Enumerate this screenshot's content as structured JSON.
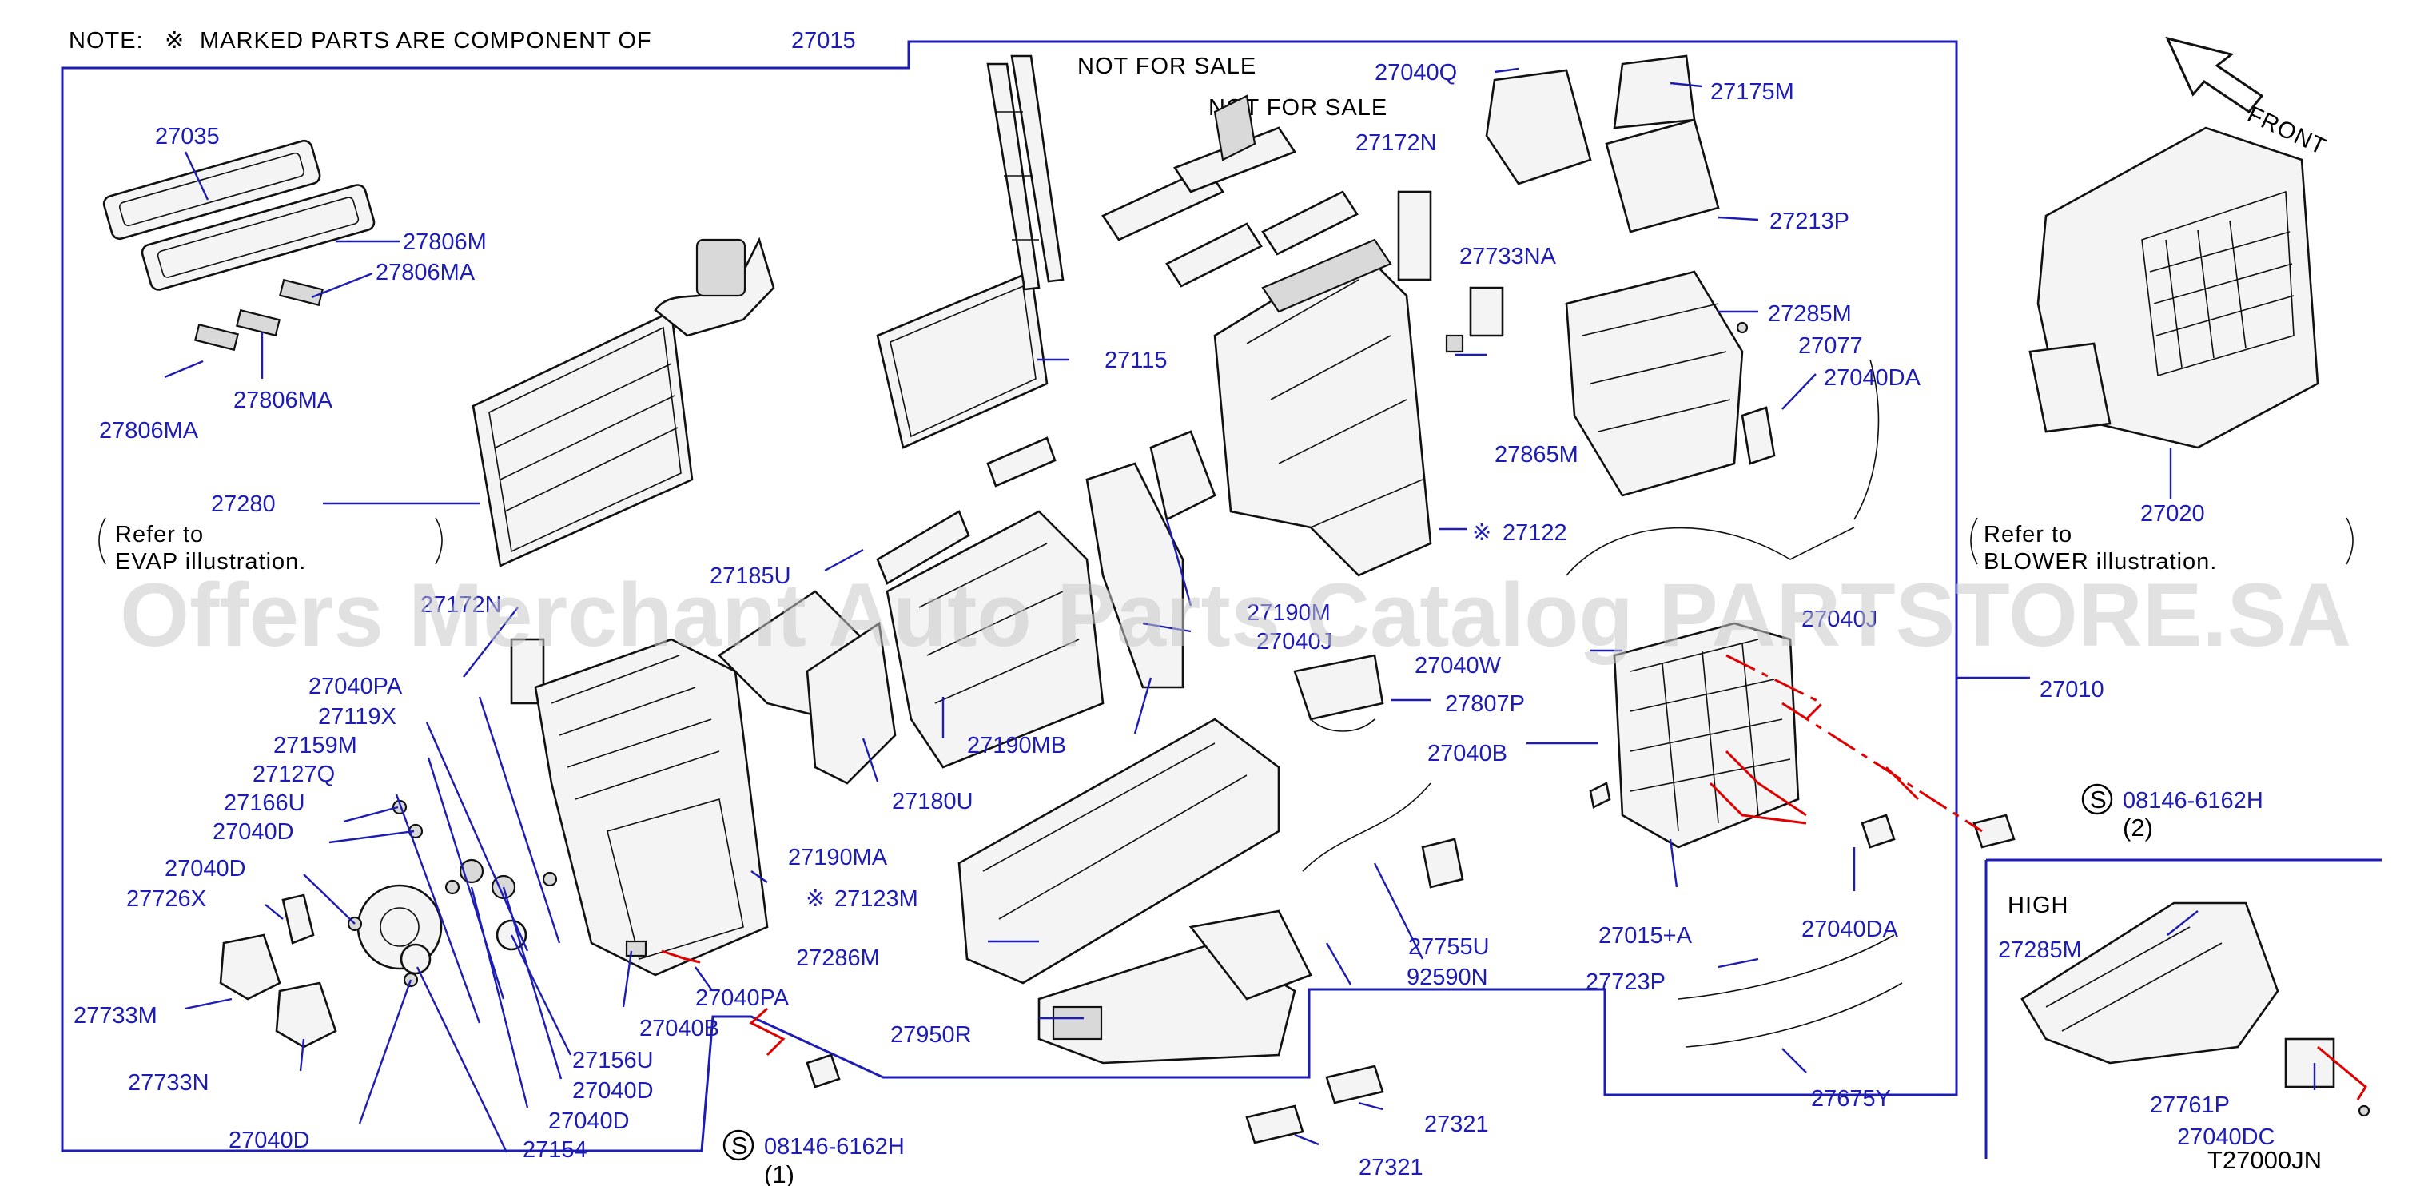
{
  "note": {
    "prefix": "NOTE:",
    "mark": "※",
    "text": "MARKED   PARTS   ARE   COMPONENT   OF",
    "part": "27015"
  },
  "not_for_sale": [
    "NOT   FOR   SALE",
    "NOT   FOR   SALE"
  ],
  "refer_evap": {
    "line1": "Refer   to",
    "line2": "EVAP   illustration."
  },
  "refer_blower": {
    "line1": "Refer   to",
    "line2": "BLOWER   illustration."
  },
  "front_label": "FRONT",
  "high_label": "HIGH",
  "diagram_code": "T27000JN",
  "watermark": "Offers Merchant Auto Parts Catalog PARTSTORE.SA",
  "bolts": {
    "b1": {
      "symbol": "S",
      "part": "08146-6162H",
      "qty": "(1)"
    },
    "b2": {
      "symbol": "S",
      "part": "08146-6162H",
      "qty": "(2)"
    }
  },
  "parts": {
    "p27015": "27015",
    "p27035": "27035",
    "p27806M": "27806M",
    "p27806MA_1": "27806MA",
    "p27806MA_2": "27806MA",
    "p27806MA_3": "27806MA",
    "p27280": "27280",
    "p27172N_l": "27172N",
    "p27040PA_1": "27040PA",
    "p27119X": "27119X",
    "p27159M": "27159M",
    "p27127Q": "27127Q",
    "p27166U": "27166U",
    "p27040D_1": "27040D",
    "p27040D_2": "27040D",
    "p27726X": "27726X",
    "p27733M": "27733M",
    "p27733N": "27733N",
    "p27040D_3": "27040D",
    "p27154": "27154",
    "p27040D_4": "27040D",
    "p27040D_5": "27040D",
    "p27156U": "27156U",
    "p27040B_1": "27040B",
    "p27040PA_2": "27040PA",
    "p27123M": "27123M",
    "p27190MA": "27190MA",
    "p27180U": "27180U",
    "p27190MB": "27190MB",
    "p27185U": "27185U",
    "p27190M": "27190M",
    "p27040_a": "27040J",
    "p27115": "27115",
    "p27172N_r": "27172N",
    "p27122": "27122",
    "p27040Q": "27040Q",
    "p27175M": "27175M",
    "p27213P": "27213P",
    "p27733NA": "27733NA",
    "p27865M": "27865M",
    "p27285M": "27285M",
    "p27077": "27077",
    "p27040DA_1": "27040DA",
    "p27040W": "27040W",
    "p27040_b": "27040J",
    "p27807P": "27807P",
    "p27040B_2": "27040B",
    "p27286M": "27286M",
    "p27950R": "27950R",
    "p27755U": "27755U",
    "p92590N": "92590N",
    "p27015A": "27015+A",
    "p27040DA_2": "27040DA",
    "p27723P": "27723P",
    "p27675Y": "27675Y",
    "p27321_1": "27321",
    "p27321_2": "27321",
    "p27010": "27010",
    "p27020": "27020",
    "p27285M_h": "27285M",
    "p27761P": "27761P",
    "p27040DC": "27040DC"
  }
}
